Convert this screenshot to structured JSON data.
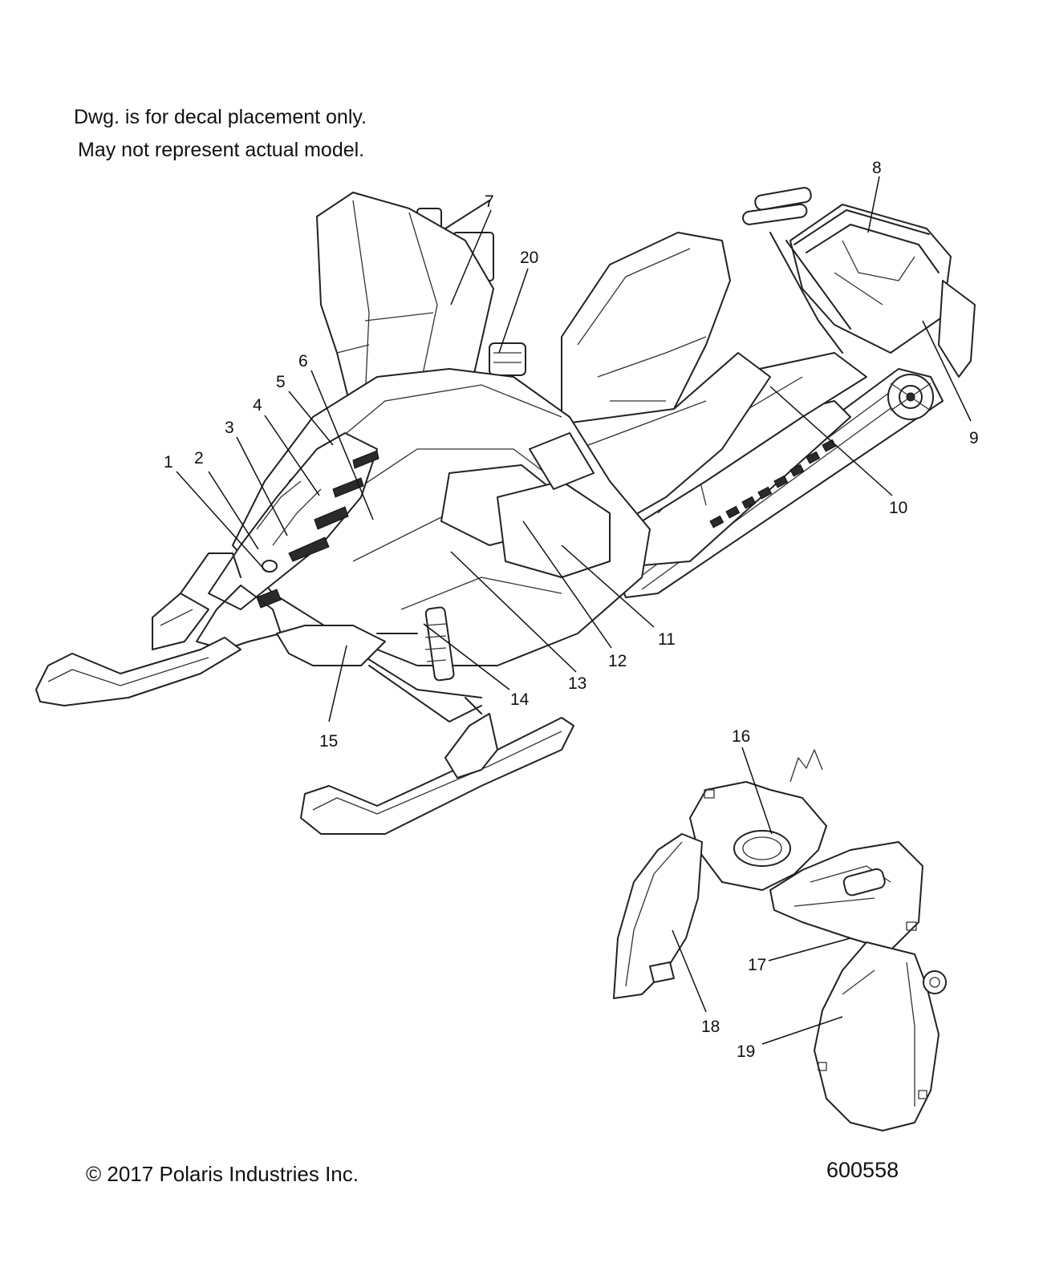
{
  "notes": {
    "line1": "Dwg. is for decal placement only.",
    "line2": "May not represent actual model."
  },
  "footer": {
    "copyright": "© 2017 Polaris Industries Inc.",
    "drawing_number": "600558"
  },
  "callouts": {
    "c1": "1",
    "c2": "2",
    "c3": "3",
    "c4": "4",
    "c5": "5",
    "c6": "6",
    "c7": "7",
    "c8": "8",
    "c9": "9",
    "c10": "10",
    "c11": "11",
    "c12": "12",
    "c13": "13",
    "c14": "14",
    "c15": "15",
    "c16": "16",
    "c17": "17",
    "c18": "18",
    "c19": "19",
    "c20": "20"
  }
}
